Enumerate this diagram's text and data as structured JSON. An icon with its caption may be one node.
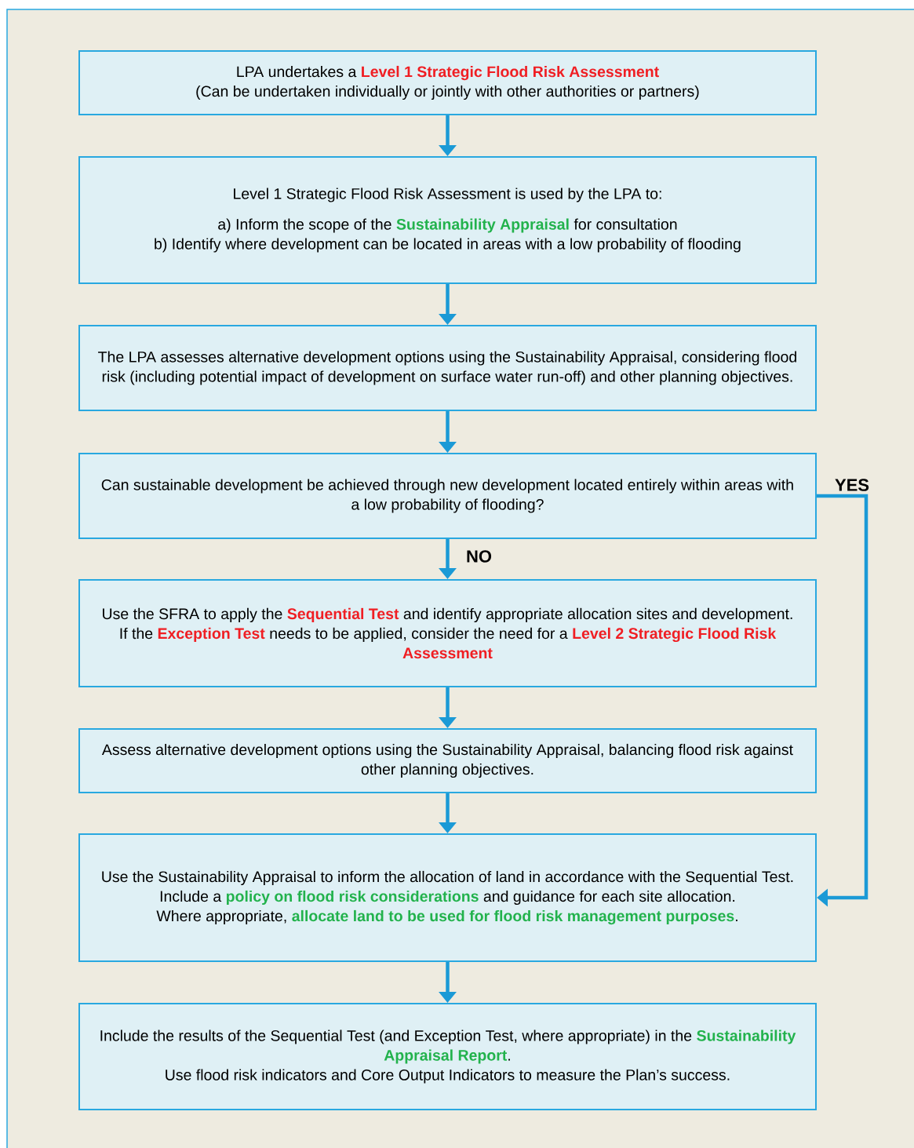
{
  "diagram": {
    "nodes": [
      {
        "text": [
          "LPA undertakes a **Level 1 Strategic Flood Risk Assessment**",
          "(Can be undertaken individually or jointly with other authorities or partners)"
        ]
      },
      {
        "text": [
          "Level 1 Strategic Flood Risk Assessment is used by the LPA to:",
          "a) Inform the scope of the **Sustainability Appraisal** for consultation",
          "b) Identify where development can be located in areas with a low probability of flooding"
        ]
      },
      {
        "text": [
          "The LPA assesses alternative development options using the Sustainability Appraisal, considering flood risk (including potential impact of development on surface water run-off) and other planning objectives."
        ]
      },
      {
        "text": [
          "Can sustainable development be achieved through new development located entirely within areas with a low probability of flooding?"
        ]
      },
      {
        "text": [
          "Use the SFRA to apply the **Sequential Test** and identify appropriate allocation sites and development.",
          "If the **Exception Test** needs to be applied, consider the need for a **Level 2 Strategic Flood Risk Assessment**"
        ]
      },
      {
        "text": [
          "Assess alternative development options using the Sustainability Appraisal, balancing flood risk against other planning objectives."
        ]
      },
      {
        "text": [
          "Use the Sustainability Appraisal to inform the allocation of land in accordance with the Sequential Test.  Include a **policy on flood risk considerations** and guidance for each site allocation.",
          "Where appropriate, **allocate land to be used for flood risk management purposes**."
        ]
      },
      {
        "text": [
          "Include the results of the Sequential Test (and Exception Test, where appropriate) in the **Sustainability Appraisal Report**.",
          "Use flood risk indicators and Core Output Indicators to measure the Plan’s success."
        ]
      }
    ],
    "edges": [
      {
        "from": 0,
        "to": 1,
        "arrow": "to"
      },
      {
        "from": 1,
        "to": 2,
        "arrow": "to"
      },
      {
        "from": 2,
        "to": 3,
        "arrow": "to"
      },
      {
        "from": 3,
        "to": 4,
        "arrow": "to",
        "label": "NO"
      },
      {
        "from": 4,
        "to": 5,
        "arrow": "to"
      },
      {
        "from": 5,
        "to": 6,
        "arrow": "to"
      },
      {
        "from": 3,
        "to": 6,
        "arrow": "to",
        "label": "YES"
      },
      {
        "from": 6,
        "to": 7,
        "arrow": "to"
      }
    ]
  }
}
